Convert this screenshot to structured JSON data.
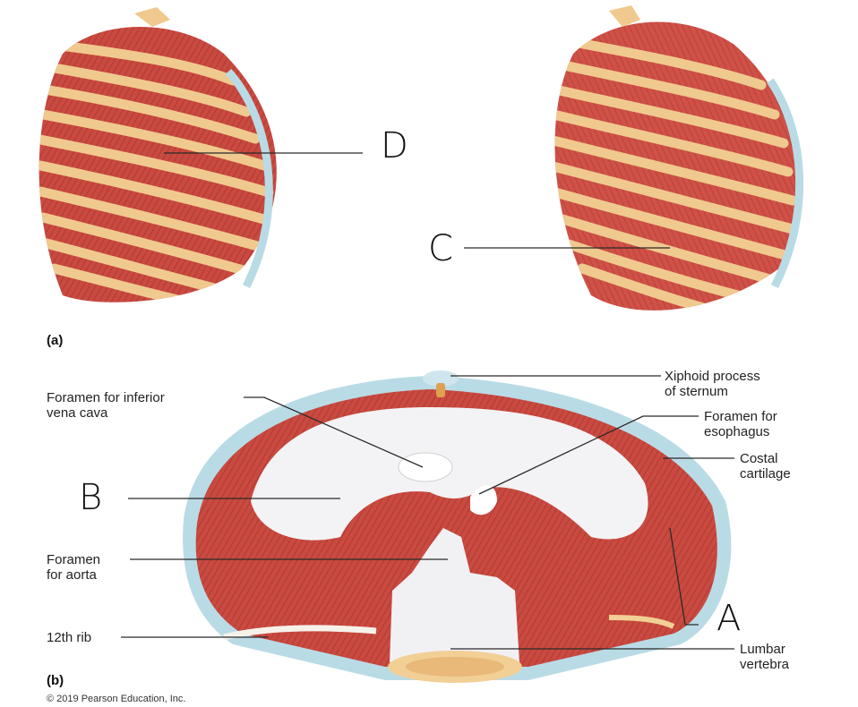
{
  "figure": {
    "panel_a_label": "(a)",
    "panel_b_label": "(b)",
    "copyright": "© 2019 Pearson Education, Inc.",
    "handwritten": {
      "A": "A",
      "B": "B",
      "C": "C",
      "D": "D"
    },
    "labels": {
      "ivc_line1": "Foramen for inferior",
      "ivc_line2": "vena cava",
      "aorta_line1": "Foramen",
      "aorta_line2": "for aorta",
      "rib12": "12th rib",
      "xiphoid_line1": "Xiphoid process",
      "xiphoid_line2": "of sternum",
      "esoph_line1": "Foramen for",
      "esoph_line2": "esophagus",
      "costal_line1": "Costal",
      "costal_line2": "cartilage",
      "lumbar_line1": "Lumbar",
      "lumbar_line2": "vertebra"
    },
    "colors": {
      "muscle": "#c9483f",
      "muscle_light": "#e07a6c",
      "bone": "#f0c98e",
      "cartilage": "#b9dbe6",
      "tendon": "#f3f3f5",
      "leader": "#2a2a2a"
    }
  }
}
